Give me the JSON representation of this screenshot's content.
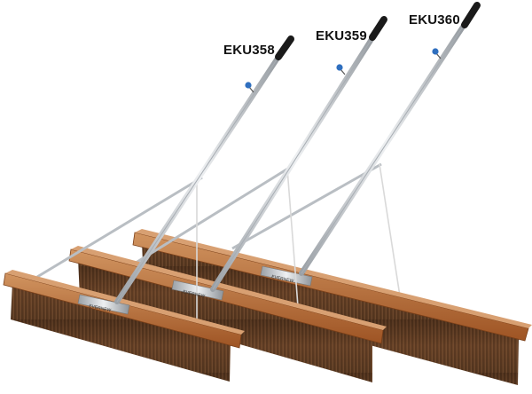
{
  "products": [
    {
      "model": "EKU358",
      "brand": "EVERNEW"
    },
    {
      "model": "EKU359",
      "brand": "EVERNEW"
    },
    {
      "model": "EKU360",
      "brand": "EVERNEW"
    }
  ],
  "colors": {
    "wood": "#b0622c",
    "wood_top": "#c98a55",
    "bristle": "#5a3a22",
    "metal": "#c8ccd0",
    "grip": "#1a1a1a",
    "knob": "#2f6fbf"
  }
}
